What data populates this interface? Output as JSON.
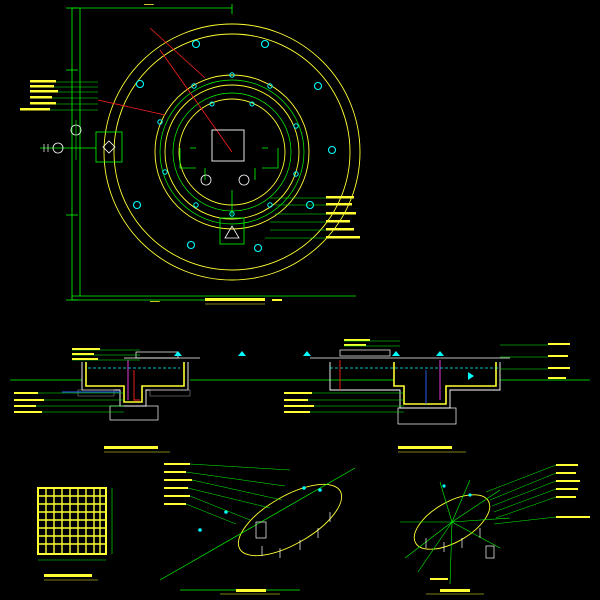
{
  "drawing": {
    "background": "#000000",
    "palette": {
      "green": "#00ff00",
      "yellow": "#ffff33",
      "cyan": "#00ffff",
      "red": "#ff2020",
      "magenta": "#ff40ff",
      "white": "#ffffff",
      "blue": "#3060ff",
      "orange": "#ff9900"
    },
    "sheets": [
      "plan-view",
      "section-left",
      "section-right",
      "grate-detail",
      "oblique-detail-left",
      "oblique-detail-right"
    ]
  }
}
